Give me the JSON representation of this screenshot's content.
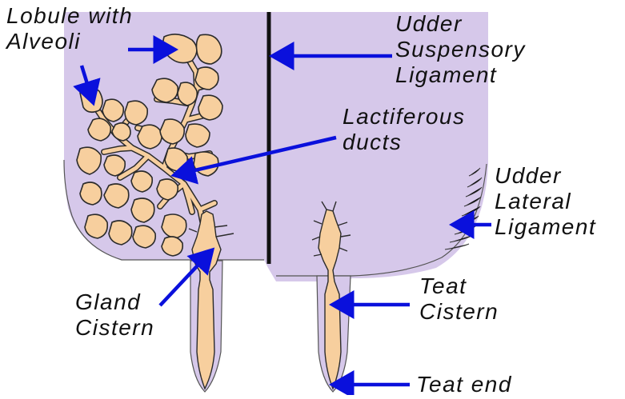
{
  "colors": {
    "udder_fill": "#d6c8ea",
    "tissue_fill": "#f7cf9e",
    "outline": "#2b2b2b",
    "arrow": "#0a10dc",
    "ligament_line": "#111111",
    "label_text": "#111111"
  },
  "labels": {
    "lobule": [
      "Lobule with",
      "Alveoli"
    ],
    "suspensory": [
      "Udder",
      "Suspensory",
      "Ligament"
    ],
    "ducts": [
      "Lactiferous",
      "ducts"
    ],
    "lateral": [
      "Udder",
      "Lateral",
      "Ligament"
    ],
    "gland": [
      "Gland",
      "Cistern"
    ],
    "teat_cistern": [
      "Teat",
      "Cistern"
    ],
    "teat_end": [
      "Teat end"
    ]
  }
}
